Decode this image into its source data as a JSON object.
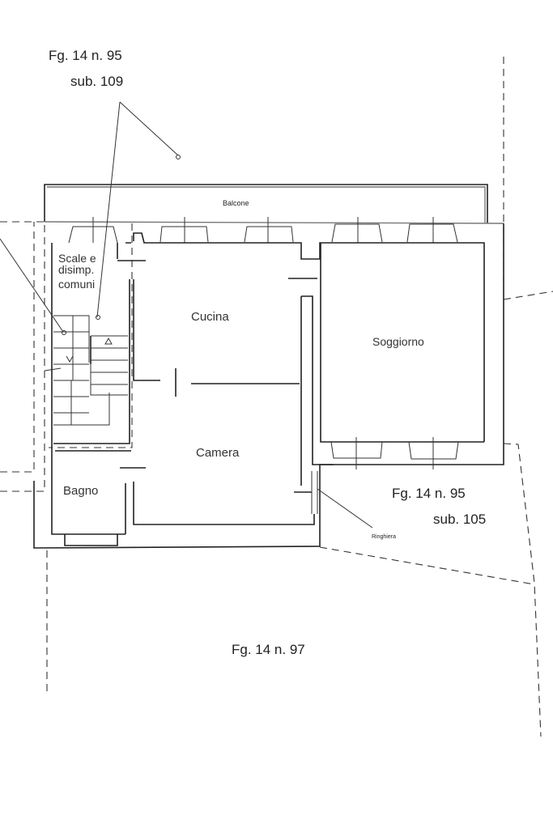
{
  "parcels": {
    "top": {
      "line1": "Fg. 14 n. 95",
      "line2": "sub. 109"
    },
    "right": {
      "line1": "Fg. 14 n. 95",
      "line2": "sub. 105"
    },
    "bottom": {
      "line1": "Fg. 14 n. 97"
    }
  },
  "rooms": {
    "balcone": "Balcone",
    "scale_line1": "Scale e",
    "scale_line2": "disimp.",
    "scale_line3": "comuni",
    "cucina": "Cucina",
    "soggiorno": "Soggiorno",
    "camera": "Camera",
    "bagno": "Bagno",
    "ringhiera": "Ringhiera"
  }
}
